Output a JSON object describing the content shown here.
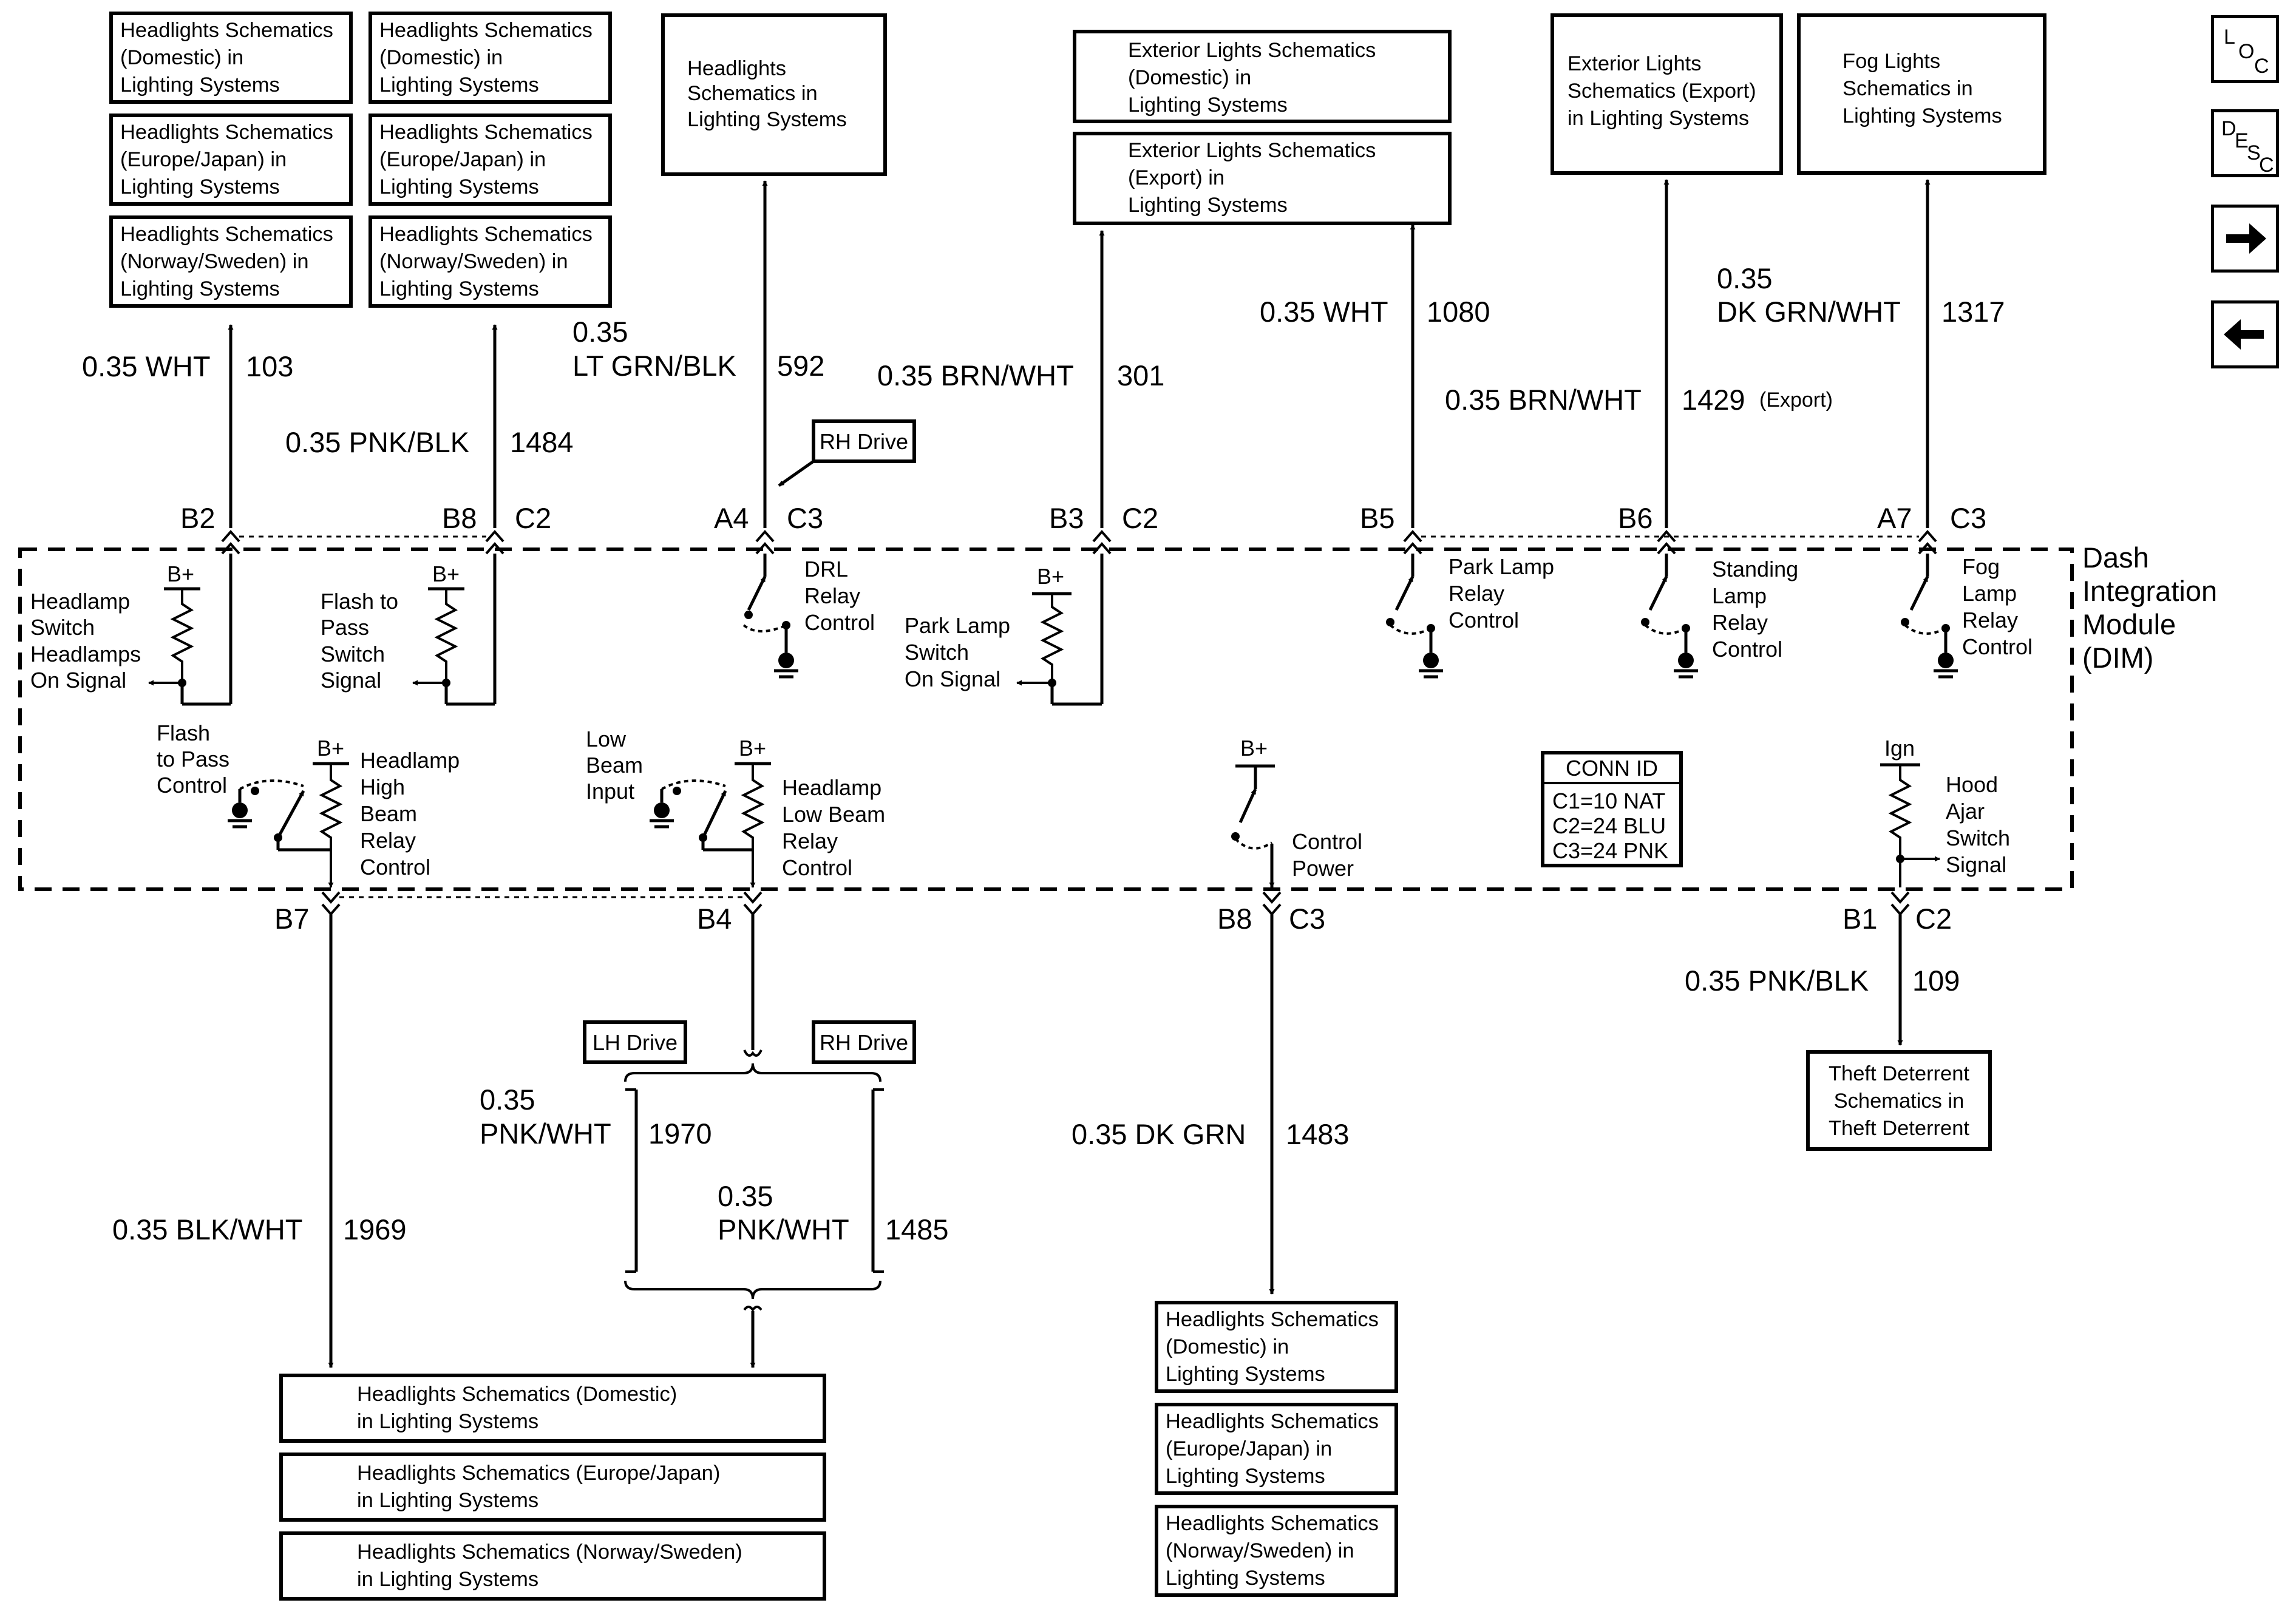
{
  "boxes": {
    "hl_col1": [
      "Headlights Schematics (Domestic) in Lighting Systems",
      "Headlights Schematics (Europe/Japan) in Lighting Systems",
      "Headlights Schematics (Norway/Sweden) in Lighting Systems"
    ],
    "hl_col1_lines": [
      [
        "Headlights Schematics",
        "(Domestic) in",
        "Lighting Systems"
      ],
      [
        "Headlights Schematics",
        "(Europe/Japan) in",
        "Lighting Systems"
      ],
      [
        "Headlights Schematics",
        "(Norway/Sweden) in",
        "Lighting Systems"
      ]
    ],
    "hl_col2_lines": [
      [
        "Headlights Schematics",
        "(Domestic) in",
        "Lighting Systems"
      ],
      [
        "Headlights Schematics",
        "(Europe/Japan) in",
        "Lighting Systems"
      ],
      [
        "Headlights Schematics",
        "(Norway/Sweden) in",
        "Lighting Systems"
      ]
    ],
    "hl_single_lines": [
      "Headlights",
      "Schematics in",
      "Lighting Systems"
    ],
    "ext_lines": [
      [
        "Exterior Lights Schematics",
        "(Domestic) in",
        "Lighting Systems"
      ],
      [
        "Exterior Lights Schematics",
        "(Export) in",
        "Lighting Systems"
      ]
    ],
    "ext_export_lines": [
      "Exterior Lights",
      "Schematics (Export)",
      "in Lighting Systems"
    ],
    "fog_lines": [
      "Fog Lights",
      "Schematics in",
      "Lighting Systems"
    ],
    "theft_lines": [
      "Theft Deterrent",
      "Schematics in",
      "Theft Deterrent"
    ],
    "bottom_left_lines": [
      [
        "Headlights Schematics (Domestic)",
        "in Lighting Systems"
      ],
      [
        "Headlights Schematics (Europe/Japan)",
        "in Lighting Systems"
      ],
      [
        "Headlights Schematics (Norway/Sweden)",
        "in Lighting Systems"
      ]
    ],
    "bottom_mid_lines": [
      [
        "Headlights Schematics",
        "(Domestic) in",
        "Lighting Systems"
      ],
      [
        "Headlights Schematics",
        "(Europe/Japan) in",
        "Lighting Systems"
      ],
      [
        "Headlights Schematics",
        "(Norway/Sweden) in",
        "Lighting Systems"
      ]
    ]
  },
  "wires": {
    "w103": {
      "color": "0.35 WHT",
      "circuit": "103"
    },
    "w1484": {
      "color": "0.35 PNK/BLK",
      "circuit": "1484"
    },
    "w592": {
      "size": "0.35",
      "color": "LT GRN/BLK",
      "circuit": "592"
    },
    "w301": {
      "color": "0.35 BRN/WHT",
      "circuit": "301"
    },
    "w1080": {
      "color": "0.35 WHT",
      "circuit": "1080"
    },
    "w1429": {
      "color": "0.35 BRN/WHT",
      "circuit": "1429",
      "note": "(Export)"
    },
    "w1317": {
      "size": "0.35",
      "color": "DK GRN/WHT",
      "circuit": "1317"
    },
    "w109": {
      "color": "0.35 PNK/BLK",
      "circuit": "109"
    },
    "w1969": {
      "color": "0.35 BLK/WHT",
      "circuit": "1969"
    },
    "w1970": {
      "size": "0.35",
      "color": "PNK/WHT",
      "circuit": "1970"
    },
    "w1485": {
      "size": "0.35",
      "color": "PNK/WHT",
      "circuit": "1485"
    },
    "w1483": {
      "color": "0.35 DK GRN",
      "circuit": "1483"
    }
  },
  "pins": {
    "top": [
      "B2",
      "B8",
      "C2",
      "A4",
      "C3",
      "B3",
      "C2",
      "B5",
      "B6",
      "A7",
      "C3"
    ],
    "bottom": [
      "B7",
      "B4",
      "B8",
      "C3",
      "B1",
      "C2"
    ]
  },
  "drive_tags": {
    "rh_top": "RH Drive",
    "lh": "LH Drive",
    "rh": "RH Drive"
  },
  "module": {
    "lines": [
      "Dash",
      "Integration",
      "Module",
      "(DIM)"
    ]
  },
  "components": {
    "hs_signal": [
      "Headlamp",
      "Switch",
      "Headlamps",
      "On Signal"
    ],
    "ftp_signal": [
      "Flash to",
      "Pass",
      "Switch",
      "Signal"
    ],
    "drl": [
      "DRL",
      "Relay",
      "Control"
    ],
    "park_switch": [
      "Park Lamp",
      "Switch",
      "On Signal"
    ],
    "park_relay": [
      "Park Lamp",
      "Relay",
      "Control"
    ],
    "standing": [
      "Standing",
      "Lamp",
      "Relay",
      "Control"
    ],
    "fog": [
      "Fog",
      "Lamp",
      "Relay",
      "Control"
    ],
    "ftp_control": [
      "Flash",
      "to Pass",
      "Control"
    ],
    "high_beam": [
      "Headlamp",
      "High",
      "Beam",
      "Relay",
      "Control"
    ],
    "low_input": [
      "Low",
      "Beam",
      "Input"
    ],
    "low_beam": [
      "Headlamp",
      "Low Beam",
      "Relay",
      "Control"
    ],
    "control_power": [
      "Control",
      "Power"
    ],
    "hood": [
      "Hood",
      "Ajar",
      "Switch",
      "Signal"
    ],
    "bplus": "B+",
    "ign": "Ign"
  },
  "conn_id": {
    "title": "CONN ID",
    "rows": [
      "C1=10 NAT",
      "C2=24 BLU",
      "C3=24 PNK"
    ]
  },
  "nav": {
    "loc": [
      "L",
      "O",
      "C"
    ],
    "desc": [
      "D",
      "E",
      "S",
      "C"
    ],
    "next_icon": "arrow-right",
    "prev_icon": "arrow-left"
  }
}
